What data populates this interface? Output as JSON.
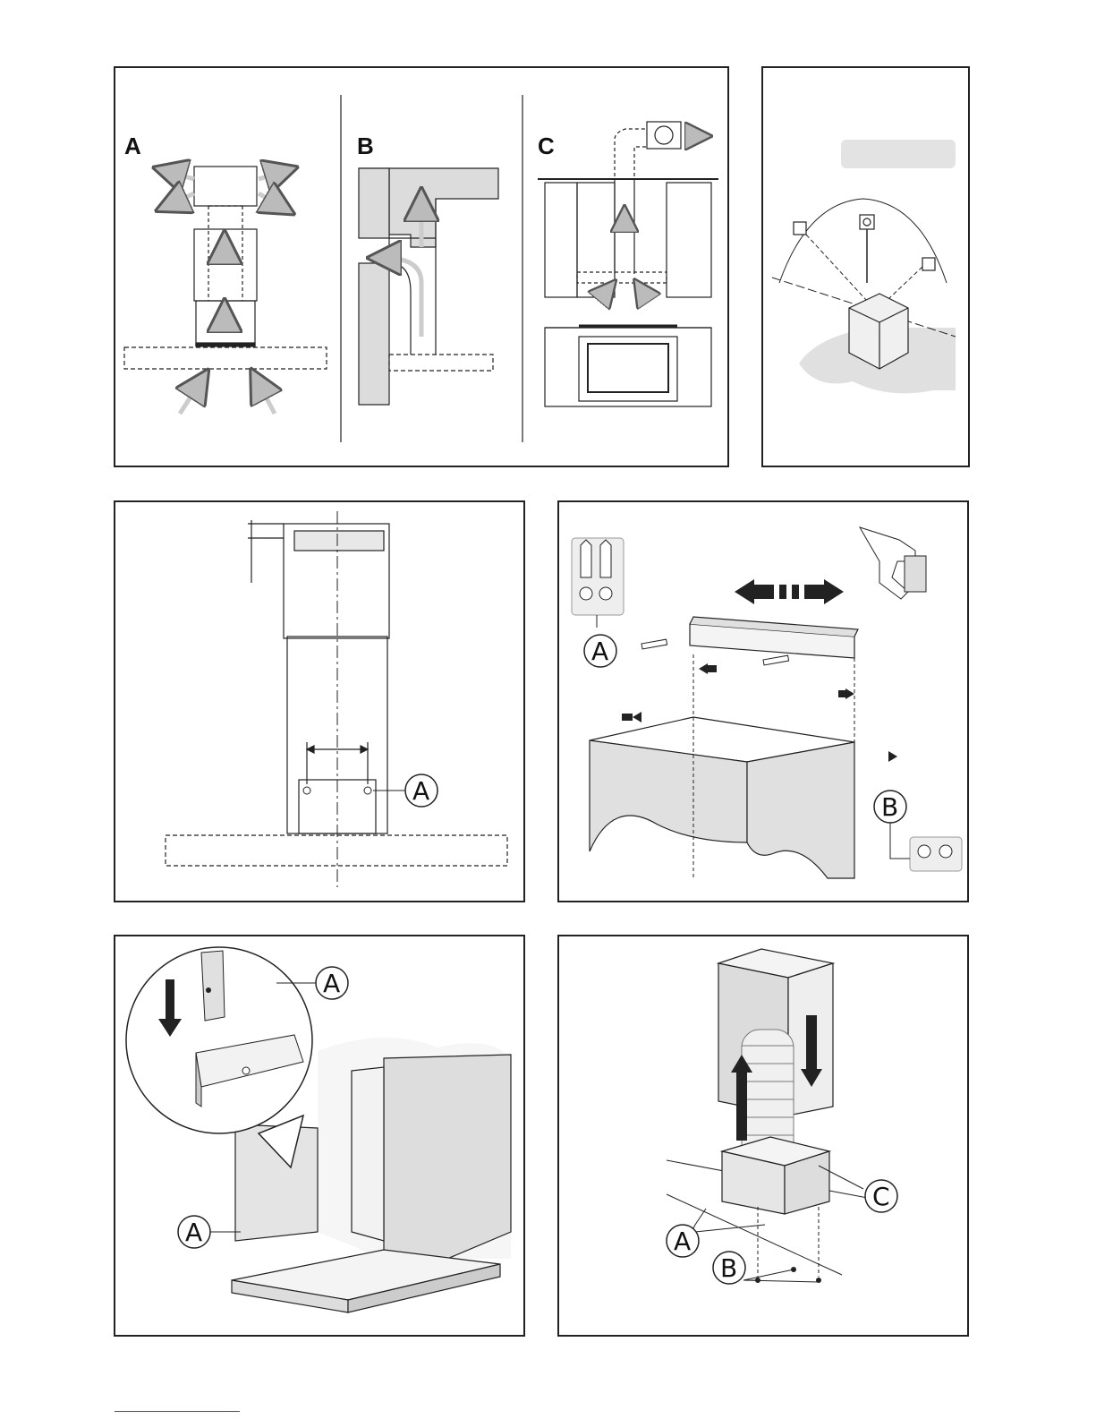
{
  "panels": {
    "p1": {
      "labels": [
        "A",
        "B",
        "C"
      ]
    },
    "p2": {
      "callouts": []
    },
    "p3": {
      "callouts": [
        "A"
      ]
    },
    "p4": {
      "callouts": [
        "A",
        "B"
      ]
    },
    "p5": {
      "callouts": [
        "A",
        "A"
      ]
    },
    "p6": {
      "callouts": [
        "C",
        "A",
        "B"
      ]
    }
  },
  "colors": {
    "line": "#222222",
    "fill_light": "#dcdcdc",
    "fill_mid": "#bdbdbd",
    "arrow": "#cfcfcf",
    "link": "#3a46c8"
  },
  "icons": [
    "drill-icon",
    "wall-plug-icon",
    "screw-icon",
    "electrical-socket-icon",
    "flexible-duct-icon"
  ]
}
